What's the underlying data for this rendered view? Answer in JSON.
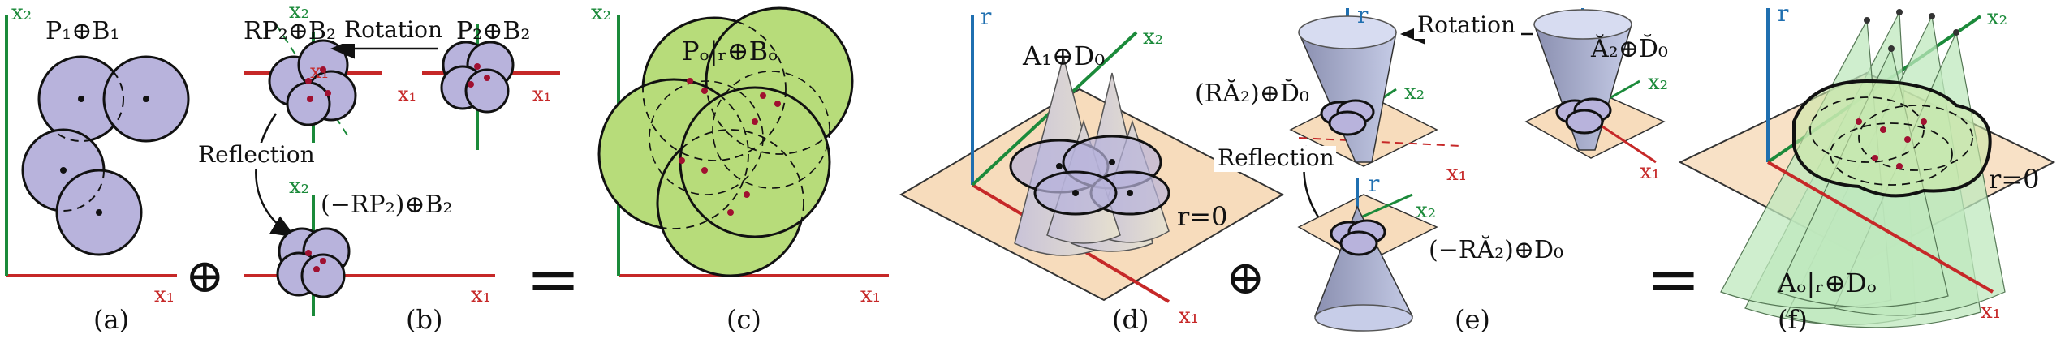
{
  "panels": {
    "a": {
      "label": "(a)",
      "title": "P₁⊕B₁",
      "x_axis": "x₁",
      "y_axis": "x₂"
    },
    "b": {
      "label": "(b)",
      "top_left": "RP₂⊕B₂",
      "top_right": "P₂⊕B₂",
      "bottom": "(−RP₂)⊕B₂",
      "rotation": "Rotation",
      "reflection": "Reflection",
      "x_axis": "x₁",
      "y_axis": "x₂"
    },
    "c": {
      "label": "(c)",
      "title": "Pₒ|ᵣ⊕Bₒ",
      "x_axis": "x₁",
      "y_axis": "x₂"
    },
    "d": {
      "label": "(d)",
      "title": "A₁⊕D₀",
      "plane": "r=0",
      "x_axis": "x₁",
      "y_axis": "x₂",
      "z_axis": "r"
    },
    "e": {
      "label": "(e)",
      "top_left": "(RĂ₂)⊕D̆₀",
      "top_right": "Ă₂⊕D̆₀",
      "bottom": "(−RĂ₂)⊕D₀",
      "rotation": "Rotation",
      "reflection": "Reflection",
      "x_axis": "x₁",
      "y_axis": "x₂",
      "z_axis": "r"
    },
    "f": {
      "label": "(f)",
      "title": "Aₒ|ᵣ⊕Dₒ",
      "plane": "r=0",
      "x_axis": "x₁",
      "y_axis": "x₂",
      "z_axis": "r"
    }
  },
  "operators": {
    "plus": "⊕",
    "equals": "="
  },
  "colors": {
    "lavender": "#b8b3dc",
    "green": "#b7dc7a",
    "cone_green": "#bfe8bd",
    "plane": "#f7dcbc",
    "red_axis": "#d32f2f",
    "green_axis": "#1b8a3a",
    "blue_axis": "#1f6fb0"
  }
}
